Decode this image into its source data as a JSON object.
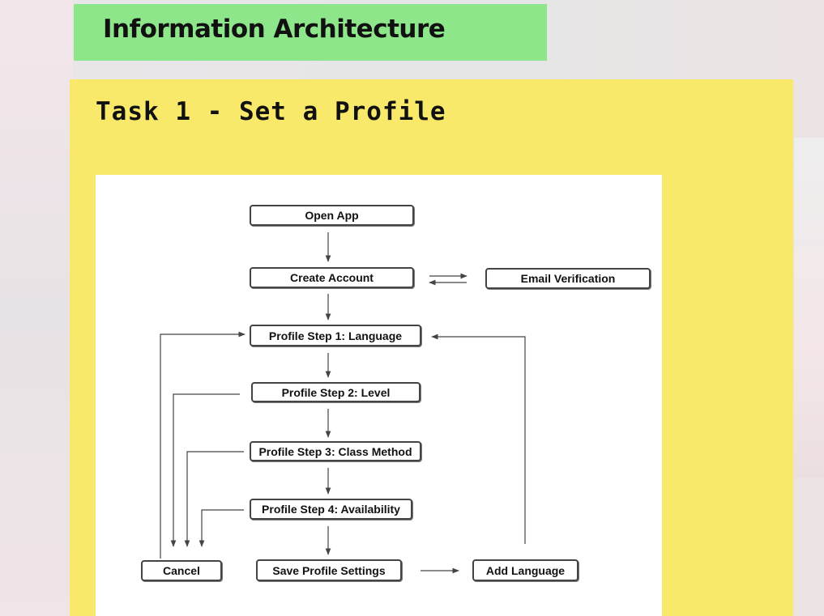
{
  "header": {
    "title": "Information Architecture"
  },
  "task": {
    "title": "Task 1 - Set a Profile"
  },
  "diagram": {
    "nodes": {
      "open_app": "Open App",
      "create_account": "Create Account",
      "email_verification": "Email Verification",
      "step1": "Profile Step 1: Language",
      "step2": "Profile Step 2: Level",
      "step3": "Profile Step 3: Class Method",
      "step4": "Profile Step 4: Availability",
      "cancel": "Cancel",
      "save": "Save Profile Settings",
      "add_language": "Add Language"
    },
    "edges": [
      {
        "from": "open_app",
        "to": "create_account"
      },
      {
        "from": "create_account",
        "to": "email_verification",
        "bidirectional": true
      },
      {
        "from": "create_account",
        "to": "step1"
      },
      {
        "from": "step1",
        "to": "step2"
      },
      {
        "from": "step2",
        "to": "step3"
      },
      {
        "from": "step3",
        "to": "step4"
      },
      {
        "from": "step4",
        "to": "save"
      },
      {
        "from": "cancel",
        "to": "step1"
      },
      {
        "from": "step2",
        "to": "cancel"
      },
      {
        "from": "step3",
        "to": "cancel"
      },
      {
        "from": "step4",
        "to": "cancel"
      },
      {
        "from": "save",
        "to": "add_language"
      },
      {
        "from": "add_language",
        "to": "step1"
      }
    ]
  },
  "colors": {
    "header_band": "#8de68a",
    "panel": "#f9e96b",
    "card": "#ffffff",
    "stroke": "#444444"
  }
}
